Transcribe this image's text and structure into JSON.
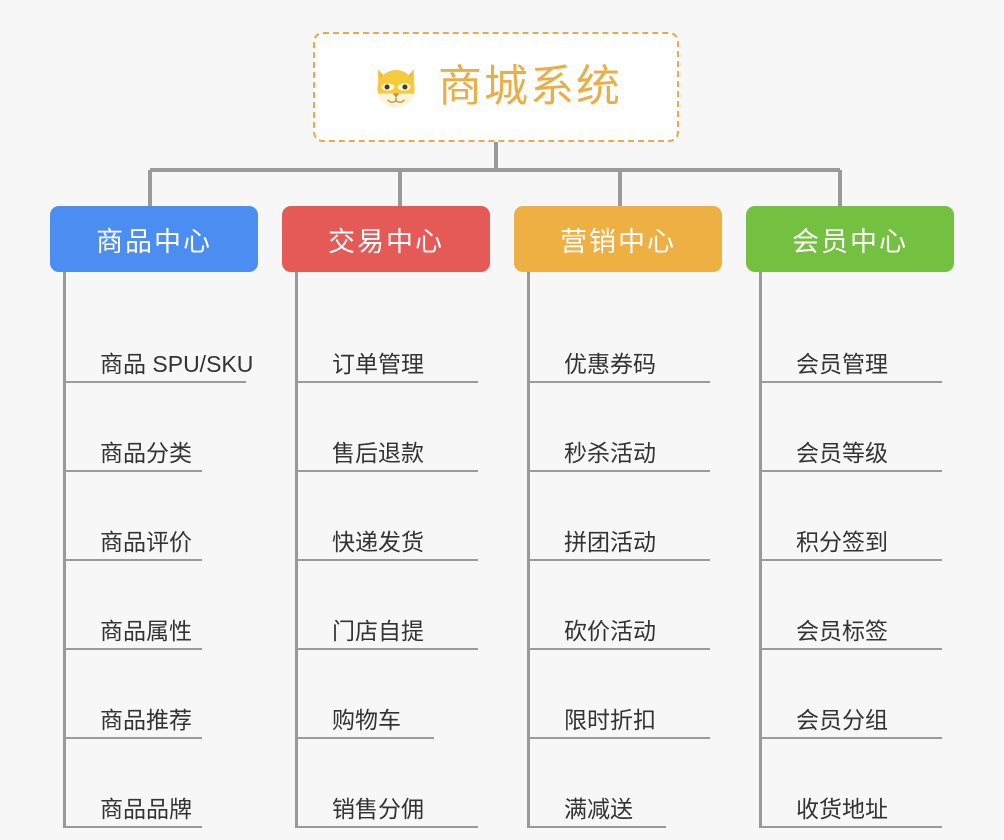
{
  "page": {
    "background_color": "#f7f7f7",
    "line_color": "#9a9a9a"
  },
  "root": {
    "title": "商城系统",
    "icon": "dog-face-emoji",
    "text_color": "#e8af47",
    "border_color": "#eaa94a",
    "background_color": "#ffffff"
  },
  "categories": [
    {
      "label": "商品中心",
      "color": "#4b8df0",
      "items": [
        "商品 SPU/SKU",
        "商品分类",
        "商品评价",
        "商品属性",
        "商品推荐",
        "商品品牌"
      ]
    },
    {
      "label": "交易中心",
      "color": "#e55a57",
      "items": [
        "订单管理",
        "售后退款",
        "快递发货",
        "门店自提",
        "购物车",
        "销售分佣"
      ]
    },
    {
      "label": "营销中心",
      "color": "#eeaf43",
      "items": [
        "优惠券码",
        "秒杀活动",
        "拼团活动",
        "砍价活动",
        "限时折扣",
        "满减送"
      ]
    },
    {
      "label": "会员中心",
      "color": "#74c040",
      "items": [
        "会员管理",
        "会员等级",
        "积分签到",
        "会员标签",
        "会员分组",
        "收货地址"
      ]
    }
  ]
}
